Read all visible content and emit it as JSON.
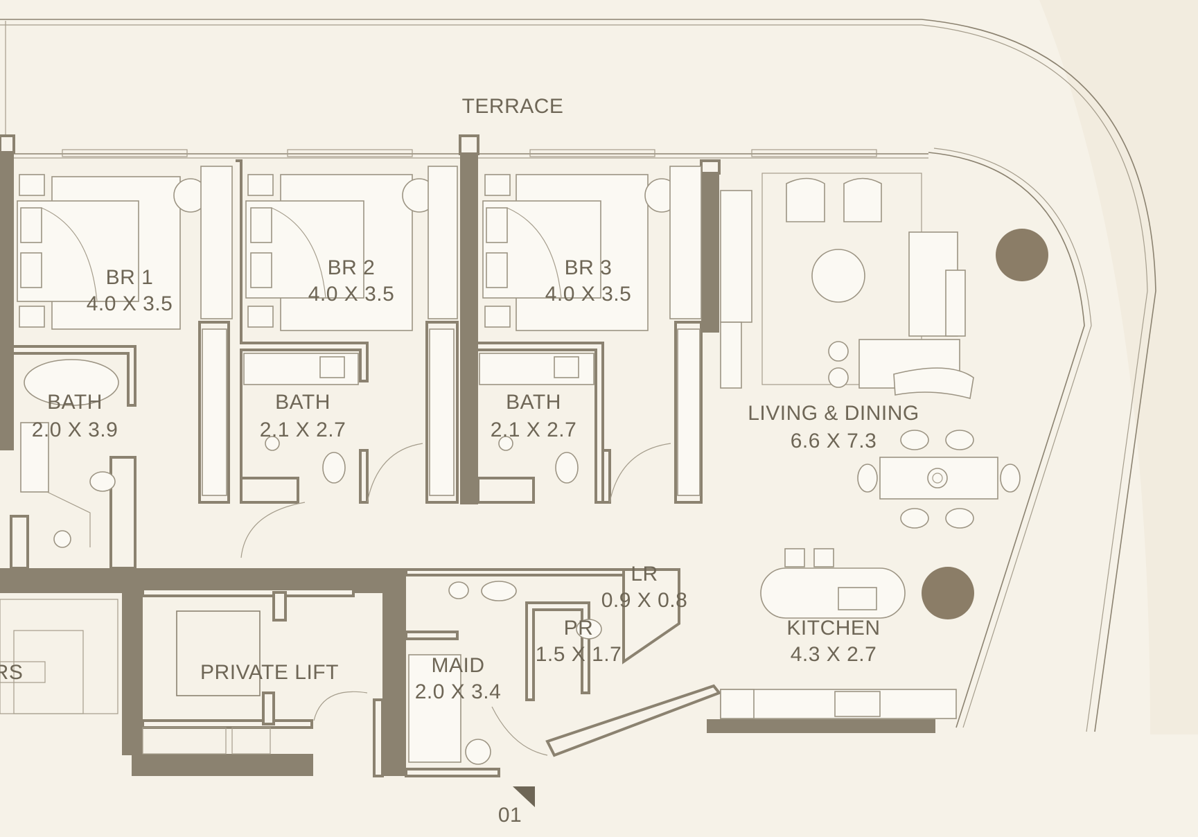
{
  "plan": {
    "terrace": "TERRACE",
    "rooms": [
      {
        "id": "br1",
        "name": "BR 1",
        "size": "4.0 X 3.5"
      },
      {
        "id": "br2",
        "name": "BR 2",
        "size": "4.0 X 3.5"
      },
      {
        "id": "br3",
        "name": "BR 3",
        "size": "4.0 X 3.5"
      },
      {
        "id": "bath1",
        "name": "BATH",
        "size": "2.0 X 3.9"
      },
      {
        "id": "bath2",
        "name": "BATH",
        "size": "2.1 X 2.7"
      },
      {
        "id": "bath3",
        "name": "BATH",
        "size": "2.1 X 2.7"
      },
      {
        "id": "living",
        "name": "LIVING & DINING",
        "size": "6.6 X 7.3"
      },
      {
        "id": "lr",
        "name": "LR",
        "size": "0.9 X 0.8"
      },
      {
        "id": "pr",
        "name": "PR",
        "size": "1.5 X 1.7"
      },
      {
        "id": "kitchen",
        "name": "KITCHEN",
        "size": "4.3 X 2.7"
      },
      {
        "id": "maid",
        "name": "MAID",
        "size": "2.0 X 3.4"
      },
      {
        "id": "lift",
        "name": "PRIVATE LIFT",
        "size": ""
      }
    ],
    "stairs_fragment": "RS",
    "entry_marker": "01",
    "colors": {
      "background": "#f6f2e8",
      "wall": "#8b8270",
      "text": "#6e6656",
      "column": "#8b7d67"
    }
  }
}
